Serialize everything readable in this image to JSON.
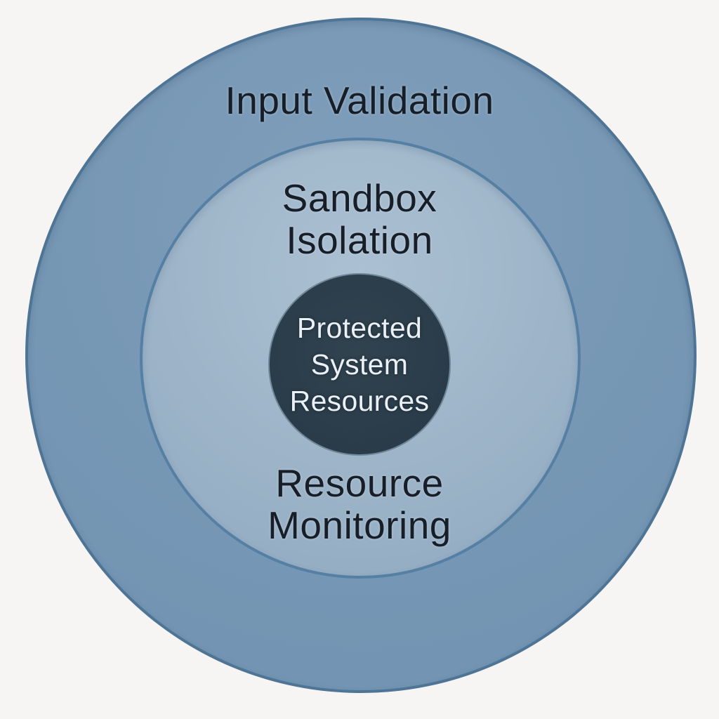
{
  "diagram": {
    "type": "concentric-circles",
    "background": "#f6f5f3",
    "outer_ring": {
      "label": "Input Validation",
      "fill": "#7697b4",
      "border": "#4e7496",
      "text_color": "#171e27"
    },
    "middle_ring": {
      "label_top_lines": [
        "Sandbox",
        "Isolation"
      ],
      "label_bottom_lines": [
        "Resource",
        "Monitoring"
      ],
      "fill": "#9db4c8",
      "border": "#5580a4",
      "text_color": "#171e27"
    },
    "core": {
      "label_lines": [
        "Protected",
        "System",
        "Resources"
      ],
      "fill": "#2b3d4a",
      "rim": "#a9c5d8",
      "text_color": "#eaf0f6"
    }
  }
}
